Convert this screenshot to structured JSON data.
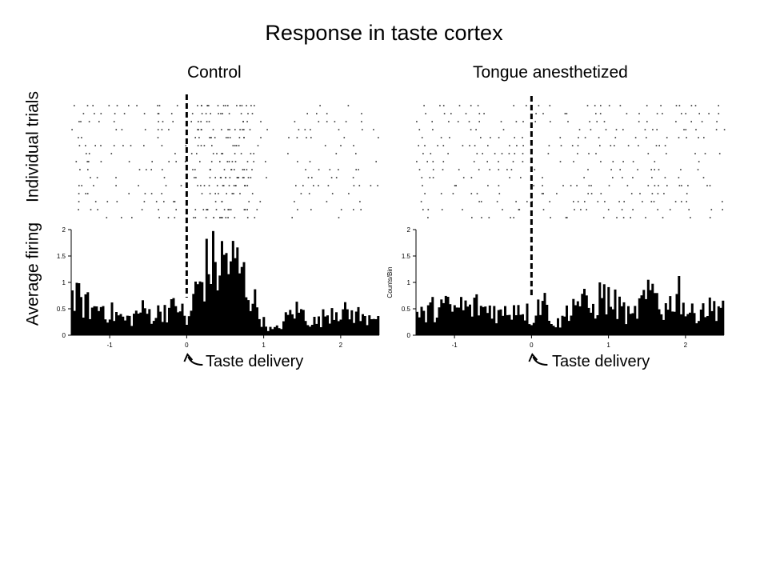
{
  "title": "Response in taste cortex",
  "row_labels": {
    "trials": "Individual trials",
    "firing": "Average firing"
  },
  "panels": [
    {
      "title": "Control",
      "annotation": "Taste delivery"
    },
    {
      "title": "Tongue anesthetized",
      "annotation": "Taste delivery"
    }
  ],
  "colors": {
    "bars": "#000000",
    "axis": "#000000"
  },
  "chart_data": [
    {
      "type": "bar",
      "title": "Control",
      "xlabel": "",
      "ylabel": "",
      "xlim": [
        -1.5,
        2.5
      ],
      "ylim": [
        0,
        2
      ],
      "xticks": [
        -1,
        0,
        1,
        2
      ],
      "yticks": [
        0,
        0.5,
        1,
        1.5,
        2
      ],
      "event_marker": {
        "x": 0,
        "label": "Taste delivery",
        "style": "dashed"
      },
      "psth_x": [
        -1.4,
        -1.3,
        -1.2,
        -1.1,
        -1.0,
        -0.9,
        -0.8,
        -0.7,
        -0.6,
        -0.5,
        -0.4,
        -0.3,
        -0.2,
        -0.1,
        0.0,
        0.1,
        0.2,
        0.3,
        0.4,
        0.5,
        0.6,
        0.7,
        0.8,
        0.9,
        1.0,
        1.1,
        1.2,
        1.3,
        1.4,
        1.5,
        1.6,
        1.7,
        1.8,
        1.9,
        2.0,
        2.1,
        2.2,
        2.3,
        2.4
      ],
      "psth_y": [
        0.7,
        0.6,
        0.5,
        0.6,
        0.45,
        0.4,
        0.3,
        0.35,
        0.5,
        0.45,
        0.4,
        0.55,
        0.5,
        0.65,
        0.2,
        0.8,
        1.1,
        1.5,
        1.3,
        1.55,
        1.4,
        1.3,
        0.9,
        0.6,
        0.25,
        0.1,
        0.15,
        0.35,
        0.5,
        0.45,
        0.3,
        0.25,
        0.4,
        0.55,
        0.5,
        0.4,
        0.45,
        0.3,
        0.45
      ],
      "raster_rows": 15,
      "raster_rate": [
        0.5,
        0.5,
        0.5,
        0.5,
        0.5,
        0.5,
        0.5,
        0.5,
        0.5,
        0.5,
        0.5,
        0.5,
        0.5,
        0.5,
        0.3,
        1.0,
        1.3,
        1.6,
        1.5,
        1.6,
        1.5,
        1.4,
        1.0,
        0.7,
        0.3,
        0.2,
        0.2,
        0.4,
        0.5,
        0.5,
        0.4,
        0.3,
        0.4,
        0.5,
        0.5,
        0.4,
        0.4,
        0.3,
        0.4
      ]
    },
    {
      "type": "bar",
      "title": "Tongue anesthetized",
      "xlabel": "",
      "ylabel": "Counts/Bin",
      "xlim": [
        -1.5,
        2.5
      ],
      "ylim": [
        0,
        2
      ],
      "xticks": [
        -1,
        0,
        1,
        2
      ],
      "yticks": [
        0,
        0.5,
        1,
        1.5,
        2
      ],
      "event_marker": {
        "x": 0,
        "label": "Taste delivery",
        "style": "dashed"
      },
      "psth_x": [
        -1.4,
        -1.3,
        -1.2,
        -1.1,
        -1.0,
        -0.9,
        -0.8,
        -0.7,
        -0.6,
        -0.5,
        -0.4,
        -0.3,
        -0.2,
        -0.1,
        0.0,
        0.1,
        0.2,
        0.3,
        0.4,
        0.5,
        0.6,
        0.7,
        0.8,
        0.9,
        1.0,
        1.1,
        1.2,
        1.3,
        1.4,
        1.5,
        1.6,
        1.7,
        1.8,
        1.9,
        2.0,
        2.1,
        2.2,
        2.3,
        2.4
      ],
      "psth_y": [
        0.4,
        0.5,
        0.6,
        0.55,
        0.5,
        0.6,
        0.5,
        0.6,
        0.5,
        0.55,
        0.4,
        0.5,
        0.6,
        0.55,
        0.3,
        0.7,
        0.6,
        0.2,
        0.3,
        0.6,
        0.7,
        0.6,
        0.5,
        0.8,
        0.7,
        0.6,
        0.5,
        0.3,
        0.6,
        0.7,
        0.9,
        0.5,
        0.6,
        1.0,
        0.5,
        0.4,
        0.6,
        0.5,
        0.6
      ],
      "raster_rows": 15,
      "raster_rate": [
        0.5,
        0.5,
        0.5,
        0.5,
        0.5,
        0.5,
        0.5,
        0.5,
        0.5,
        0.5,
        0.5,
        0.5,
        0.5,
        0.5,
        0.4,
        0.6,
        0.5,
        0.3,
        0.4,
        0.6,
        0.7,
        0.6,
        0.5,
        0.7,
        0.6,
        0.5,
        0.5,
        0.4,
        0.5,
        0.6,
        0.8,
        0.5,
        0.5,
        0.8,
        0.5,
        0.4,
        0.5,
        0.5,
        0.5
      ]
    }
  ]
}
